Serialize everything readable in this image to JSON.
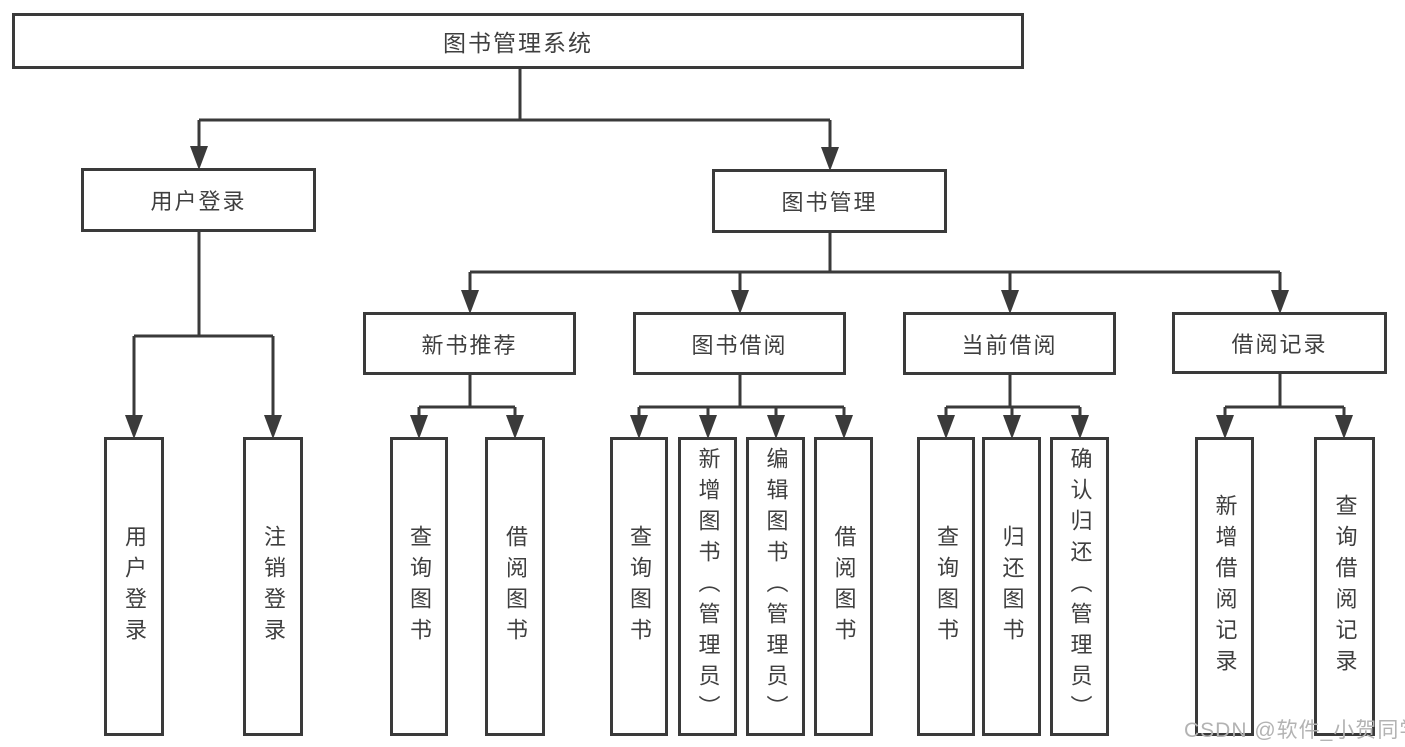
{
  "diagram_title": "图书管理系统",
  "watermark": {
    "text": "CSDN @软件_小贺同学"
  },
  "colors": {
    "line": "#3a3a3a",
    "box_border": "#3a3a3a",
    "box_fill": "#ffffff",
    "text": "#3f3f3f",
    "watermark": "#b3b3b3"
  },
  "nodes": {
    "root": {
      "label": "图书管理系统"
    },
    "user_login": {
      "label": "用户登录"
    },
    "book_management": {
      "label": "图书管理"
    },
    "new_book_recommend": {
      "label": "新书推荐"
    },
    "book_borrowing": {
      "label": "图书借阅"
    },
    "current_borrowing": {
      "label": "当前借阅"
    },
    "borrowing_records": {
      "label": "借阅记录"
    },
    "leaf_user_login": {
      "label": "用户登录"
    },
    "leaf_logout": {
      "label": "注销登录"
    },
    "leaf_recommend_query_books": {
      "label": "查询图书"
    },
    "leaf_recommend_borrow_books": {
      "label": "借阅图书"
    },
    "leaf_borrowing_query_books": {
      "label": "查询图书"
    },
    "leaf_borrowing_add_books": {
      "label": "新增图书（管理员）"
    },
    "leaf_borrowing_edit_books": {
      "label": "编辑图书（管理员）"
    },
    "leaf_borrowing_borrow_books": {
      "label": "借阅图书"
    },
    "leaf_current_query_books": {
      "label": "查询图书"
    },
    "leaf_current_return_books": {
      "label": "归还图书"
    },
    "leaf_current_confirm_return": {
      "label": "确认归还（管理员）"
    },
    "leaf_records_add_record": {
      "label": "新增借阅记录"
    },
    "leaf_records_query_record": {
      "label": "查询借阅记录"
    }
  },
  "hierarchy": {
    "图书管理系统": {
      "用户登录": [
        "用户登录",
        "注销登录"
      ],
      "图书管理": {
        "新书推荐": [
          "查询图书",
          "借阅图书"
        ],
        "图书借阅": [
          "查询图书",
          "新增图书（管理员）",
          "编辑图书（管理员）",
          "借阅图书"
        ],
        "当前借阅": [
          "查询图书",
          "归还图书",
          "确认归还（管理员）"
        ],
        "借阅记录": [
          "新增借阅记录",
          "查询借阅记录"
        ]
      }
    }
  }
}
